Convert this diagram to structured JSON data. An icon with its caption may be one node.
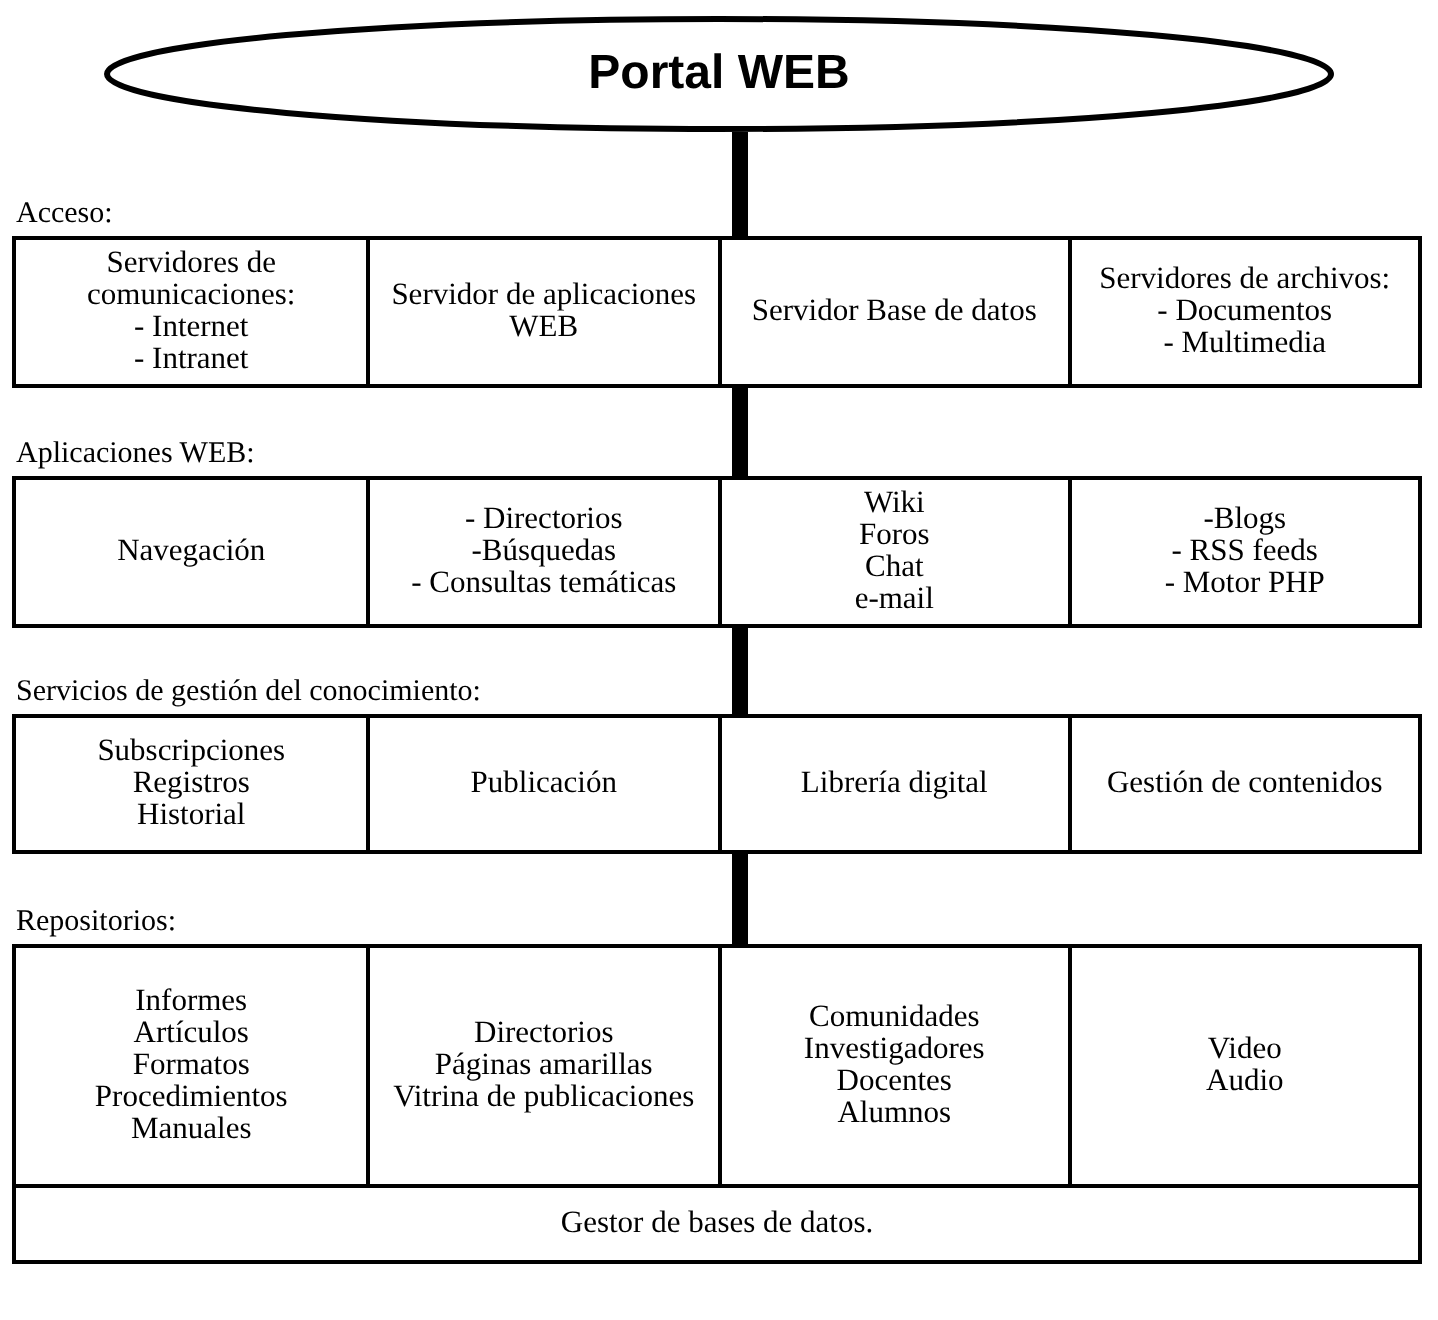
{
  "diagram": {
    "nodes": [
      {
        "text": [
          "Portal WEB"
        ]
      },
      {
        "text": [
          "Acceso:"
        ]
      },
      {
        "text": [
          "Servidores de comunicaciones:",
          "- Internet",
          "- Intranet"
        ],
        "in": 1
      },
      {
        "text": [
          "Servidor de aplicaciones WEB"
        ],
        "in": 1
      },
      {
        "text": [
          "Servidor Base de datos"
        ],
        "in": 1
      },
      {
        "text": [
          "Servidores de archivos:",
          "- Documentos",
          "- Multimedia"
        ],
        "in": 1
      },
      {
        "text": [
          "Aplicaciones WEB:"
        ]
      },
      {
        "text": [
          "Navegación"
        ],
        "in": 6
      },
      {
        "text": [
          "- Directorios",
          "-Búsquedas",
          "- Consultas temáticas"
        ],
        "in": 6
      },
      {
        "text": [
          "Wiki",
          "Foros",
          "Chat",
          "e-mail"
        ],
        "in": 6
      },
      {
        "text": [
          "-Blogs",
          "- RSS feeds",
          "- Motor PHP"
        ],
        "in": 6
      },
      {
        "text": [
          "Servicios de gestión del conocimiento:"
        ]
      },
      {
        "text": [
          "Subscripciones",
          "Registros",
          "Historial"
        ],
        "in": 11
      },
      {
        "text": [
          "Publicación"
        ],
        "in": 11
      },
      {
        "text": [
          "Librería digital"
        ],
        "in": 11
      },
      {
        "text": [
          "Gestión de contenidos"
        ],
        "in": 11
      },
      {
        "text": [
          "Repositorios:"
        ]
      },
      {
        "text": [
          "Informes",
          "Artículos",
          "Formatos",
          "Procedimientos",
          "Manuales"
        ],
        "in": 16
      },
      {
        "text": [
          "Directorios",
          "Páginas amarillas",
          "Vitrina de publicaciones"
        ],
        "in": 16
      },
      {
        "text": [
          "Comunidades",
          "Investigadores",
          "Docentes",
          "Alumnos"
        ],
        "in": 16
      },
      {
        "text": [
          "Video",
          "Audio"
        ],
        "in": 16
      },
      {
        "text": [
          "Gestor de bases de datos."
        ],
        "in": 16
      }
    ],
    "edges": [
      {
        "from": 0,
        "to": 1,
        "arrow": "none"
      },
      {
        "from": 1,
        "to": 6,
        "arrow": "none"
      },
      {
        "from": 6,
        "to": 11,
        "arrow": "none"
      },
      {
        "from": 11,
        "to": 16,
        "arrow": "none"
      }
    ]
  }
}
